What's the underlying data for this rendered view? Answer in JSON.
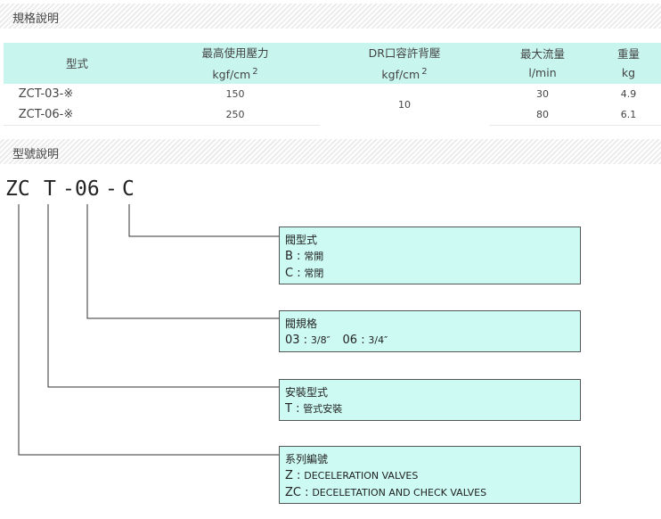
{
  "spec_section": {
    "title": "規格說明"
  },
  "spec_table": {
    "headers": {
      "model": "型式",
      "max_pressure": {
        "line1": "最高使用壓力",
        "unit": "kgf/cm",
        "exp": "2"
      },
      "dr_pressure": {
        "line1": "DR口容許背壓",
        "unit": "kgf/cm",
        "exp": "2"
      },
      "max_flow": {
        "line1": "最大流量",
        "unit": "l/min"
      },
      "weight": {
        "line1": "重量",
        "unit": "kg"
      }
    },
    "rows": [
      {
        "model": "ZCT-03-※",
        "max_pressure": "150",
        "dr_pressure": "10",
        "max_flow": "30",
        "weight": "4.9"
      },
      {
        "model": "ZCT-06-※",
        "max_pressure": "250",
        "max_flow": "80",
        "weight": "6.1"
      }
    ]
  },
  "code_section": {
    "title": "型號說明"
  },
  "code": {
    "part1": "ZC",
    "part2": "T",
    "dash1": "-",
    "part3": "06",
    "dash2": "-",
    "part4": "C"
  },
  "boxes": {
    "valve_type": {
      "title": "閥型式",
      "lines": [
        {
          "key": "B :",
          "value": "常開"
        },
        {
          "key": "C :",
          "value": "常閉"
        }
      ]
    },
    "valve_size": {
      "title": "閥規格",
      "line": {
        "k1": "03 :",
        "v1": "3/8″",
        "k2": "06 :",
        "v2": "3/4″"
      }
    },
    "mounting": {
      "title": "安裝型式",
      "lines": [
        {
          "key": "T :",
          "value": "管式安裝"
        }
      ]
    },
    "series": {
      "title": "系列編號",
      "lines": [
        {
          "key": "Z :",
          "value": "DECELERATION VALVES"
        },
        {
          "key": "ZC :",
          "value": "DECELETATION AND CHECK VALVES"
        }
      ]
    }
  }
}
